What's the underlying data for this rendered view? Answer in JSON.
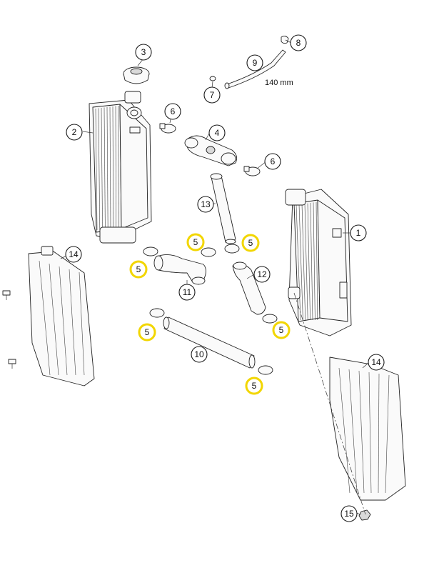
{
  "diagram": {
    "callouts": [
      {
        "id": "c1",
        "label": "1",
        "highlight": false
      },
      {
        "id": "c2",
        "label": "2",
        "highlight": false
      },
      {
        "id": "c3",
        "label": "3",
        "highlight": false
      },
      {
        "id": "c4",
        "label": "4",
        "highlight": false
      },
      {
        "id": "c5a",
        "label": "5",
        "highlight": true
      },
      {
        "id": "c5b",
        "label": "5",
        "highlight": true
      },
      {
        "id": "c5c",
        "label": "5",
        "highlight": true
      },
      {
        "id": "c5d",
        "label": "5",
        "highlight": true
      },
      {
        "id": "c5e",
        "label": "5",
        "highlight": true
      },
      {
        "id": "c5f",
        "label": "5",
        "highlight": true
      },
      {
        "id": "c6a",
        "label": "6",
        "highlight": false
      },
      {
        "id": "c6b",
        "label": "6",
        "highlight": false
      },
      {
        "id": "c7",
        "label": "7",
        "highlight": false
      },
      {
        "id": "c8",
        "label": "8",
        "highlight": false
      },
      {
        "id": "c9",
        "label": "9",
        "highlight": false
      },
      {
        "id": "c10",
        "label": "10",
        "highlight": false
      },
      {
        "id": "c11",
        "label": "11",
        "highlight": false
      },
      {
        "id": "c12",
        "label": "12",
        "highlight": false
      },
      {
        "id": "c13",
        "label": "13",
        "highlight": false
      },
      {
        "id": "c14a",
        "label": "14",
        "highlight": false
      },
      {
        "id": "c14b",
        "label": "14",
        "highlight": false
      },
      {
        "id": "c15",
        "label": "15",
        "highlight": false
      }
    ],
    "hose_length_note": "140 mm",
    "highlight_color": "#f2d600"
  }
}
